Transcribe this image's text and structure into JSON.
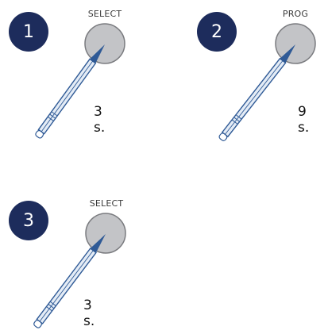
{
  "steps": [
    {
      "number": "1",
      "button_label": "SELECT",
      "duration": "3 s."
    },
    {
      "number": "2",
      "button_label": "PROG",
      "duration": "9 s."
    },
    {
      "number": "3",
      "button_label": "SELECT",
      "duration": "3 s."
    }
  ],
  "colors": {
    "badge": "#1d2c5c",
    "button_fill": "#c3c4c7",
    "button_stroke": "#7a7b7f",
    "pencil_outline": "#2f5a96",
    "pencil_fill": "#e4ecf6",
    "pencil_tip": "#2f5a96"
  },
  "icons": {
    "button": "round-button-icon",
    "stylus": "pencil-icon"
  }
}
